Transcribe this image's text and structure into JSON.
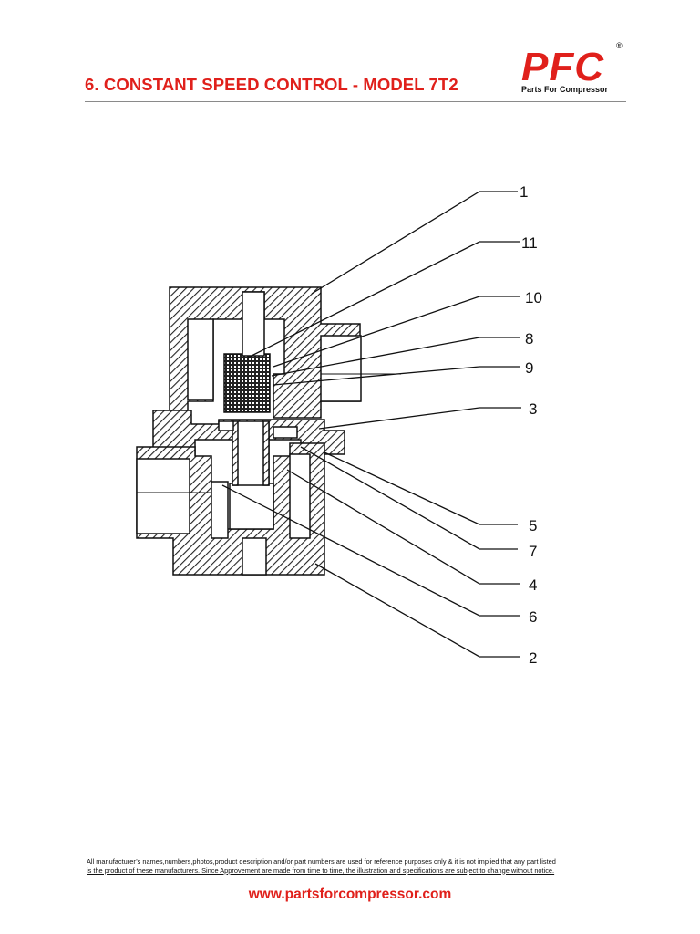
{
  "header": {
    "title": "6. CONSTANT SPEED CONTROL - MODEL 7T2",
    "logo_text": "PFC",
    "logo_registered": "®",
    "logo_tagline": "Parts For Compressor"
  },
  "diagram": {
    "callouts": [
      "1",
      "11",
      "10",
      "8",
      "9",
      "3",
      "5",
      "7",
      "4",
      "6",
      "2"
    ]
  },
  "footer": {
    "disclaimer_line1": "All manufacturer’s names,numbers,photos,product description and/or part numbers are used for reference purposes only & it is not implied that any part listed",
    "disclaimer_line2": "is the product of these manufacturers.  Since Approvement are made from time to time,  the illustration and specifications are subject to change without notice.",
    "website": "www.partsforcompressor.com"
  },
  "colors": {
    "brand_red": "#e0201b",
    "text_black": "#111111",
    "hatch": "#222222"
  }
}
